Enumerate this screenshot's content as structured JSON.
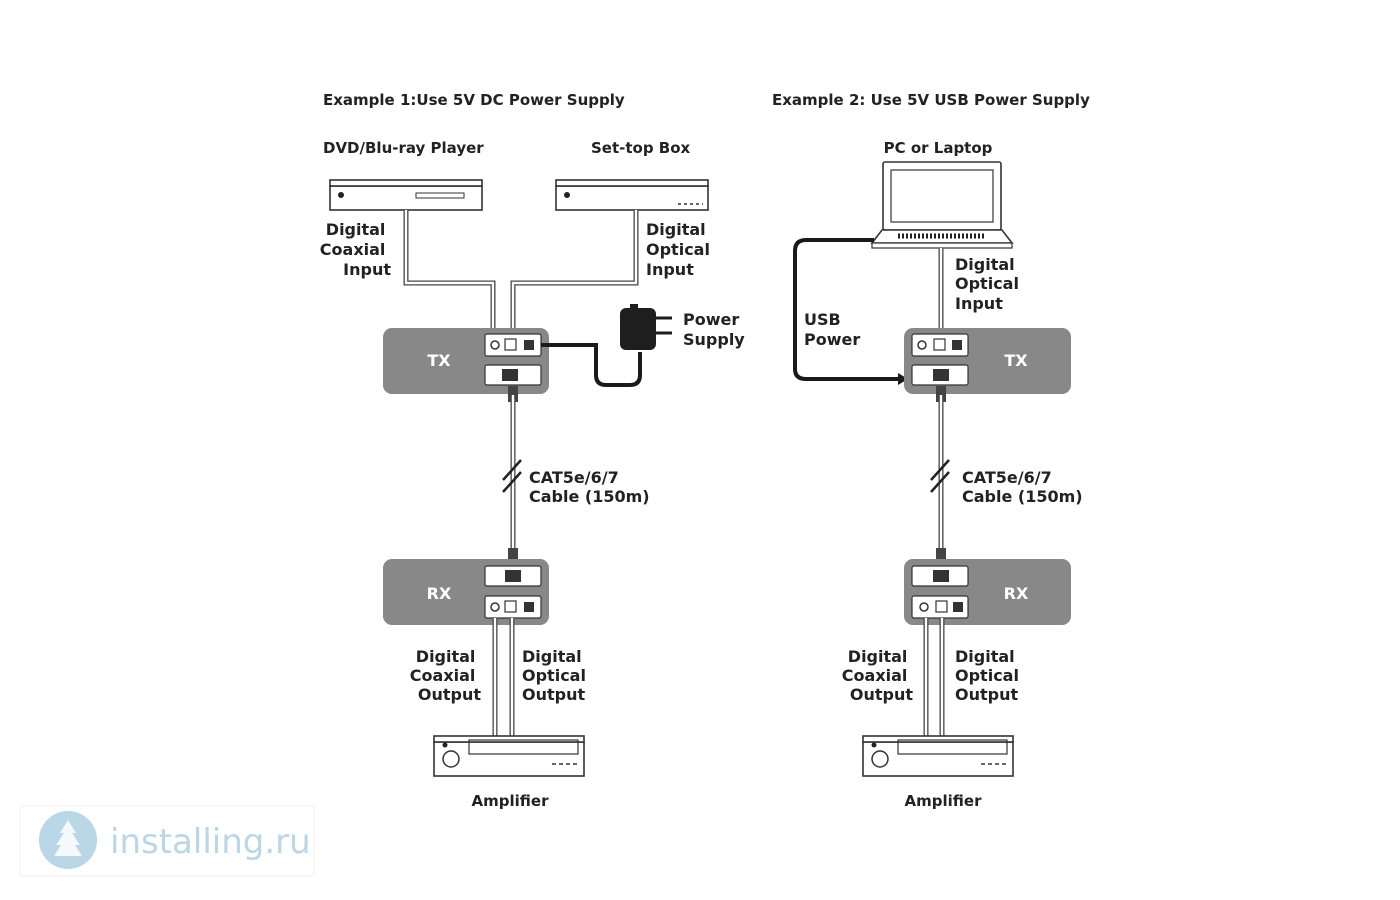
{
  "example1": {
    "title": "Example 1:Use 5V DC Power Supply",
    "source_left": "DVD/Blu-ray Player",
    "source_right": "Set-top Box",
    "coax_input": [
      "Digital",
      "Coaxial",
      "Input"
    ],
    "optical_input": [
      "Digital",
      "Optical",
      "Input"
    ],
    "power_supply": [
      "Power",
      "Supply"
    ],
    "tx": "TX",
    "cable": [
      "CAT5e/6/7",
      "Cable (150m)"
    ],
    "rx": "RX",
    "coax_output": [
      "Digital",
      "Coaxial",
      "Output"
    ],
    "optical_output": [
      "Digital",
      "Optical",
      "Output"
    ],
    "sink": "Amplifier"
  },
  "example2": {
    "title": "Example 2: Use 5V USB Power Supply",
    "source": "PC or Laptop",
    "optical_input": [
      "Digital",
      "Optical",
      "Input"
    ],
    "usb_power": [
      "USB",
      "Power"
    ],
    "tx": "TX",
    "cable": [
      "CAT5e/6/7",
      "Cable (150m)"
    ],
    "rx": "RX",
    "coax_output": [
      "Digital",
      "Coaxial",
      "Output"
    ],
    "optical_output": [
      "Digital",
      "Optical",
      "Output"
    ],
    "sink": "Amplifier"
  },
  "watermark": {
    "text": "installing.ru",
    "color": "#b9d7e6"
  },
  "colors": {
    "unit_fill": "#888888",
    "line": "#333333"
  }
}
